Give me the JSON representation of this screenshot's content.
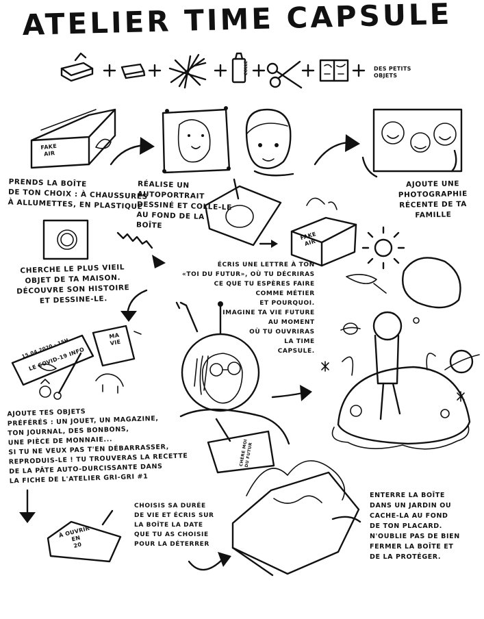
{
  "title": "ATELIER TIME CAPSULE",
  "materials_note": "DES PETITS\nOBJETS",
  "labels": {
    "fake_air": "FAKE\nAIR",
    "colle": "COLLE",
    "ma_vie": "MA\nVIE",
    "date_note": "15.04.2020 · 15H",
    "journal": "LE COVID-19 INFO",
    "open_in": "À OUVRIR\nEN\n20",
    "letter": "CHÈRE MOI\nDU FUTUR"
  },
  "steps": {
    "step1": "PRENDS LA BOÎTE\nDE TON CHOIX : À CHAUSSURES\nÀ ALLUMETTES, EN PLASTIQUE",
    "step2": "RÉALISE UN\nAUTOPORTRAIT\nDESSINÉ ET COLLE-LE\nAU FOND DE LA\nBOÎTE",
    "step3": "AJOUTE UNE\nPHOTOGRAPHIE\nRÉCENTE DE TA FAMILLE",
    "step4": "CHERCHE LE PLUS VIEIL\nOBJET DE TA MAISON.\nDÉCOUVRE SON HISTOIRE\nET DESSINE-LE.",
    "step5": "ÉCRIS UNE LETTRE À TON\n«TOI DU FUTUR», OÙ TU DÉCRIRAS\nCE QUE TU ESPÈRES FAIRE\nCOMME MÉTIER\nET POURQUOI.\nIMAGINE TA VIE FUTURE\nAU MOMENT\nOÙ TU OUVRIRAS\nLA TIME\nCAPSULE.",
    "step6": "AJOUTE TES OBJETS\nPRÉFÉRÉS : UN JOUET, UN MAGAZINE,\nTON JOURNAL, DES BONBONS,\nUNE PIÈCE DE MONNAIE...\nSI TU NE VEUX PAS T'EN DÉBARRASSER,\nREPRODUIS-LE ! TU TROUVERAS LA RECETTE\nDE LA PÂTE AUTO-DURCISSANTE DANS\nLA FICHE DE L'ATELIER GRI-GRI #1",
    "step7": "CHOISIS SA DURÉE\nDE VIE ET ÉCRIS SUR\nLA BOÎTE LA DATE\nQUE TU AS CHOISIE\nPOUR LA DÉTERRER",
    "step8": "ENTERRE LA BOÎTE\nDANS UN JARDIN OU\nCACHE-LA AU FOND\nDE TON PLACARD.\nN'OUBLIE PAS DE BIEN\nFERMER LA BOÎTE ET\nDE LA PROTÉGER."
  }
}
